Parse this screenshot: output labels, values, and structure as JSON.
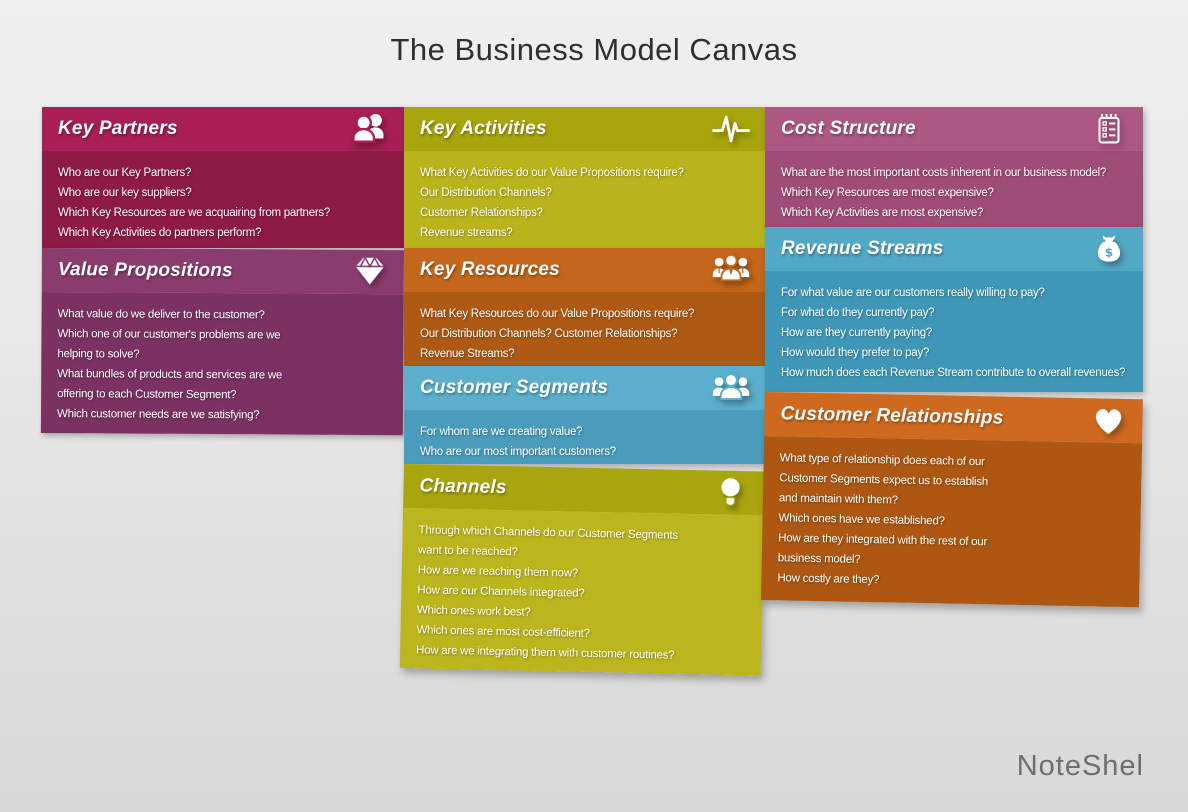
{
  "page": {
    "title": "The Business Model Canvas",
    "brand": "NoteShel",
    "background_color": "#e7e7e7",
    "title_color": "#2f2f2f",
    "brand_color": "#6e6e6e"
  },
  "blocks": {
    "key_partners": {
      "title": "Key Partners",
      "icon": "people-pair-icon",
      "header_color": "#A81E55",
      "body_color": "#8E1A46",
      "lines": [
        "Who are our Key Partners?",
        "Who are our key suppliers?",
        "Which Key Resources are we acquairing from partners?",
        "Which Key Activities do partners perform?"
      ]
    },
    "value_propositions": {
      "title": "Value Propositions",
      "icon": "gem-icon",
      "header_color": "#8A3C6E",
      "body_color": "#7B3161",
      "lines": [
        "What value do we deliver to the customer?",
        "Which one of our customer's problems are we",
        "helping to solve?",
        "What bundles of products and services are we",
        "offering to each Customer Segment?",
        "Which customer needs are we satisfying?"
      ]
    },
    "key_activities": {
      "title": "Key Activities",
      "icon": "pulse-icon",
      "header_color": "#A8A40B",
      "body_color": "#B9B41C",
      "lines": [
        "What Key Activities do our Value Propositions require?",
        "Our Distribution Channels?",
        "Customer Relationships?",
        "Revenue streams?"
      ]
    },
    "key_resources": {
      "title": "Key Resources",
      "icon": "people-trio-ties-icon",
      "header_color": "#C4661B",
      "body_color": "#AE5914",
      "lines": [
        "What Key Resources do our Value Propositions require?",
        "Our Distribution Channels? Customer Relationships?",
        "Revenue Streams?"
      ]
    },
    "customer_segments": {
      "title": "Customer Segments",
      "icon": "people-trio-icon",
      "header_color": "#5BAFCC",
      "body_color": "#4A9CBC",
      "lines": [
        "For whom are we creating value?",
        "Who are our most important customers?"
      ]
    },
    "channels": {
      "title": "Channels",
      "icon": "lightbulb-icon",
      "header_color": "#A9A50C",
      "body_color": "#BBB61D",
      "lines": [
        "Through which Channels do our Customer Segments",
        "want to be reached?",
        "How are we reaching them now?",
        "How are our Channels integrated?",
        "Which ones work best?",
        "Which ones are most cost-efficient?",
        "How are we integrating them with customer routines?"
      ]
    },
    "cost_structure": {
      "title": "Cost Structure",
      "icon": "checklist-icon",
      "header_color": "#AD5783",
      "body_color": "#9F4C76",
      "lines": [
        "What are the most important costs inherent in our business model?",
        "Which Key Resources are most expensive?",
        "Which Key Activities are most expensive?"
      ]
    },
    "revenue_streams": {
      "title": "Revenue Streams",
      "icon": "money-bag-icon",
      "header_color": "#51A9C6",
      "body_color": "#3F97B7",
      "lines": [
        "For what value are our customers really willing to pay?",
        "For what do they currently pay?",
        "How are they currently paying?",
        "How would they prefer to pay?",
        "How much does each Revenue Stream contribute to overall revenues?"
      ]
    },
    "customer_relationships": {
      "title": "Customer Relationships",
      "icon": "heart-icon",
      "header_color": "#CE691F",
      "body_color": "#AD5712",
      "lines": [
        "What type of relationship does each of our",
        "Customer Segments expect us to establish",
        "and maintain with them?",
        "Which ones have we established?",
        "How are they integrated with the rest of our",
        "business model?",
        "How costly are they?"
      ]
    }
  }
}
